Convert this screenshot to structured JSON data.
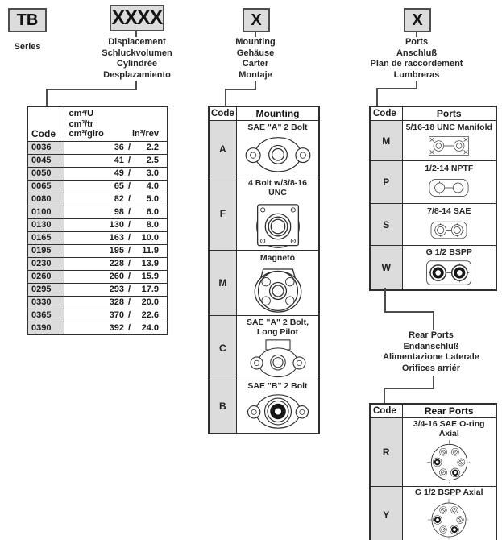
{
  "model_code": {
    "series": {
      "code": "TB",
      "label": "Series"
    },
    "displacement": {
      "code": "XXXX",
      "labels": [
        "Displacement",
        "Schluckvolumen",
        "Cylindrée",
        "Desplazamiento"
      ]
    },
    "mounting": {
      "code": "X",
      "labels": [
        "Mounting",
        "Gehäuse",
        "Carter",
        "Montaje"
      ]
    },
    "ports": {
      "code": "X",
      "labels": [
        "Ports",
        "Anschluß",
        "Plan de raccordement",
        "Lumbreras"
      ]
    }
  },
  "displacement_table": {
    "code_header": "Code",
    "units_metric": [
      "cm³/U",
      "cm³/tr",
      "cm³/giro"
    ],
    "units_imperial": "in³/rev",
    "separator": "/",
    "rows": [
      {
        "code": "0036",
        "metric": "36",
        "imperial": "2.2"
      },
      {
        "code": "0045",
        "metric": "41",
        "imperial": "2.5"
      },
      {
        "code": "0050",
        "metric": "49",
        "imperial": "3.0"
      },
      {
        "code": "0065",
        "metric": "65",
        "imperial": "4.0"
      },
      {
        "code": "0080",
        "metric": "82",
        "imperial": "5.0"
      },
      {
        "code": "0100",
        "metric": "98",
        "imperial": "6.0"
      },
      {
        "code": "0130",
        "metric": "130",
        "imperial": "8.0"
      },
      {
        "code": "0165",
        "metric": "163",
        "imperial": "10.0"
      },
      {
        "code": "0195",
        "metric": "195",
        "imperial": "11.9"
      },
      {
        "code": "0230",
        "metric": "228",
        "imperial": "13.9"
      },
      {
        "code": "0260",
        "metric": "260",
        "imperial": "15.9"
      },
      {
        "code": "0295",
        "metric": "293",
        "imperial": "17.9"
      },
      {
        "code": "0330",
        "metric": "328",
        "imperial": "20.0"
      },
      {
        "code": "0365",
        "metric": "370",
        "imperial": "22.6"
      },
      {
        "code": "0390",
        "metric": "392",
        "imperial": "24.0"
      }
    ]
  },
  "mounting_table": {
    "code_header": "Code",
    "title": "Mounting",
    "rows": [
      {
        "code": "A",
        "label": "SAE \"A\" 2 Bolt",
        "icon": "sae-a-2-bolt-flange-icon"
      },
      {
        "code": "F",
        "label": "4 Bolt w/3/8-16 UNC",
        "icon": "four-bolt-square-flange-icon"
      },
      {
        "code": "M",
        "label": "Magneto",
        "icon": "magneto-flange-icon"
      },
      {
        "code": "C",
        "label": "SAE \"A\" 2 Bolt, Long Pilot",
        "icon": "sae-a-2-bolt-long-pilot-flange-icon"
      },
      {
        "code": "B",
        "label": "SAE \"B\" 2 Bolt",
        "icon": "sae-b-2-bolt-flange-icon"
      }
    ]
  },
  "ports_table": {
    "code_header": "Code",
    "title": "Ports",
    "rows": [
      {
        "code": "M",
        "label": "5/16-18 UNC Manifold",
        "icon": "unc-manifold-ports-icon"
      },
      {
        "code": "P",
        "label": "1/2-14 NPTF",
        "icon": "nptf-ports-icon"
      },
      {
        "code": "S",
        "label": "7/8-14 SAE",
        "icon": "sae-ports-icon"
      },
      {
        "code": "W",
        "label": "G 1/2 BSPP",
        "icon": "bspp-ports-icon"
      }
    ]
  },
  "rear_ports": {
    "labels": [
      "Rear Ports",
      "Endanschluß",
      "Alimentazione Laterale",
      "Orifices arriér"
    ],
    "table": {
      "code_header": "Code",
      "title": "Rear Ports",
      "rows": [
        {
          "code": "R",
          "label": "3/4-16 SAE O-ring Axial",
          "icon": "sae-oring-axial-rear-ports-icon"
        },
        {
          "code": "Y",
          "label": "G 1/2 BSPP Axial",
          "icon": "bspp-axial-rear-ports-icon"
        }
      ]
    }
  }
}
